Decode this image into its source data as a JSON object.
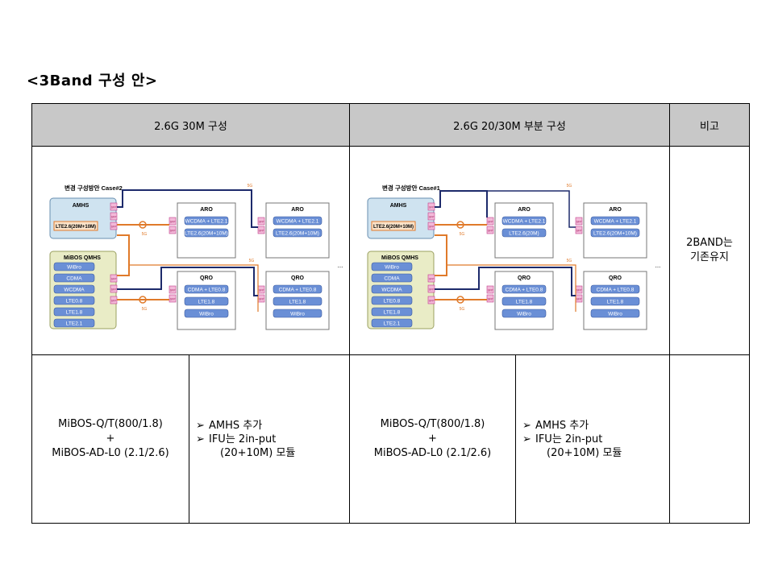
{
  "title": "<3Band 구성 안>",
  "table": {
    "headers": [
      "2.6G 30M 구성",
      "2.6G 20/30M 부분 구성",
      "비고"
    ],
    "remarks": [
      "2BAND는",
      "기존유지"
    ],
    "col1": {
      "equip": [
        "MiBOS-Q/T(800/1.8)",
        "+",
        "MiBOS-AD-L0 (2.1/2.6)"
      ],
      "bullets": [
        "AMHS 추가",
        "IFU는 2in-put"
      ],
      "bullet_cont": "(20+10M) 모듈"
    },
    "col2": {
      "equip": [
        "MiBOS-Q/T(800/1.8)",
        "+",
        "MiBOS-AD-L0 (2.1/2.6)"
      ],
      "bullets": [
        "AMHS 추가",
        "IFU는 2in-put"
      ],
      "bullet_cont": "(20+10M) 모듈"
    }
  },
  "diagram1": {
    "caption": "변경 구성방안 Case#2",
    "amhs": "AMHS",
    "lte_box": "LTE2.6(20M+10M)",
    "mibos": "MiBOS QMHS",
    "mibos_items": [
      "WiBro",
      "CDMA",
      "WCDMA",
      "LTE0.8",
      "LTE1.8",
      "LTE2.1"
    ],
    "aro_title": "ARO",
    "aro1_items": [
      "WCDMA + LTE2.1",
      "LTE2.6(20M+10M)"
    ],
    "aro2_items": [
      "WCDMA + LTE2.1",
      "LTE2.6(20M+10M)"
    ],
    "qro_title": "QRO",
    "qro_items": [
      "CDMA + LTE0.8",
      "LTE1.8",
      "WiBro"
    ],
    "sfp": "SFP",
    "label_5g": "5G",
    "ellipsis": "..."
  },
  "diagram2": {
    "caption": "변경 구성방안 Case#1",
    "amhs": "AMHS",
    "lte_box": "LTE2.6(20M+10M)",
    "mibos": "MiBOS QMHS",
    "mibos_items": [
      "WiBro",
      "CDMA",
      "WCDMA",
      "LTE0.8",
      "LTE1.8",
      "LTE2.1"
    ],
    "aro_title": "ARO",
    "aro1_items": [
      "WCDMA + LTE2.1",
      "LTE2.6(20M)"
    ],
    "aro2_items": [
      "WCDMA + LTE2.1",
      "LTE2.6(20M+10M)"
    ],
    "qro_title": "QRO",
    "qro_items": [
      "CDMA + LTE0.8",
      "LTE1.8",
      "WiBro"
    ],
    "sfp": "SFP",
    "label_5g": "5G",
    "ellipsis": "..."
  },
  "colors": {
    "header_bg": "#c8c8c8",
    "amhs_bg": "#cfe3f0",
    "mibos_bg": "#e9ecc6",
    "chip_bg": "#6a8fd6",
    "sfp_bg": "#f3b9d9",
    "orange": "#e07a2a",
    "navy": "#1d2a6b"
  }
}
